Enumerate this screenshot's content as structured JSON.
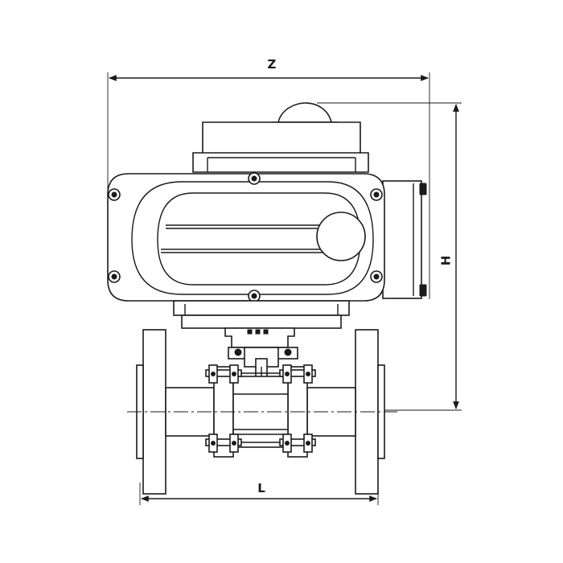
{
  "dimensions": {
    "width_label": "Z",
    "height_label": "H",
    "length_label": "L"
  }
}
